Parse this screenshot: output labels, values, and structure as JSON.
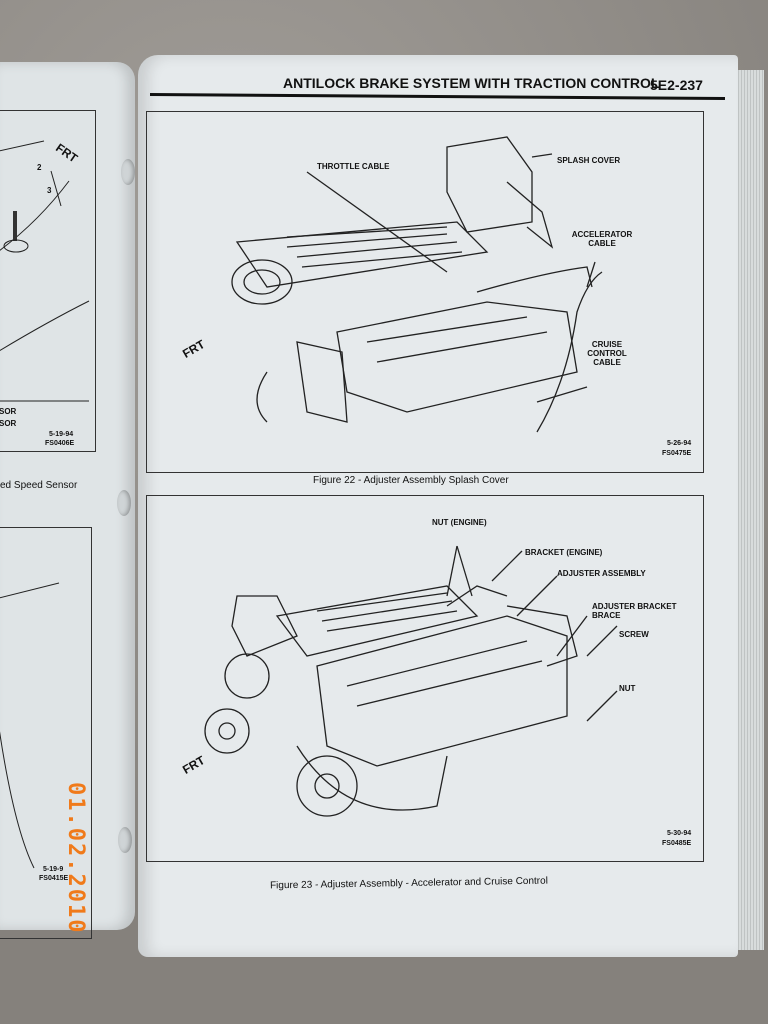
{
  "header": {
    "title": "ANTILOCK BRAKE SYSTEM WITH TRACTION CONTROL",
    "page_number": "5E2-237"
  },
  "figure22": {
    "caption": "Figure 22 - Adjuster Assembly Splash Cover",
    "labels": {
      "throttle_cable": "THROTTLE CABLE",
      "splash_cover": "SPLASH COVER",
      "accelerator_cable": "ACCELERATOR CABLE",
      "cruise_control_cable": "CRUISE CONTROL CABLE",
      "frt": "FRT"
    },
    "date": "5-26-94",
    "code": "FS0475E"
  },
  "figure23": {
    "caption": "Figure 23 - Adjuster Assembly - Accelerator and Cruise Control",
    "labels": {
      "nut_engine": "NUT (ENGINE)",
      "bracket_engine": "BRACKET (ENGINE)",
      "adjuster_assembly": "ADJUSTER ASSEMBLY",
      "adjuster_bracket_brace": "ADJUSTER BRACKET BRACE",
      "screw": "SCREW",
      "nut": "NUT",
      "frt": "FRT"
    },
    "date": "5-30-94",
    "code": "FS0485E"
  },
  "left_page": {
    "callouts": [
      "2",
      "3"
    ],
    "frt": "FRT",
    "legend": [
      "SOR",
      "SOR"
    ],
    "fig_date": "5-19-94",
    "fig_code": "FS0406E",
    "caption_fragment": "ed Speed Sensor",
    "fig2_date": "5-19-9",
    "fig2_code": "FS0415E"
  },
  "date_stamp": "01.02.2010"
}
